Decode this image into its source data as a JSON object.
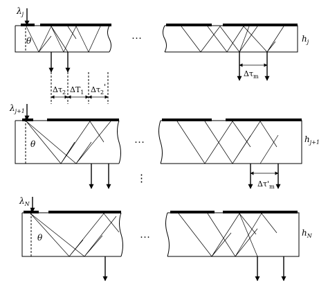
{
  "layers": [
    {
      "lambda": {
        "base": "λ",
        "sub": "j"
      },
      "h": {
        "base": "h",
        "sub": "j"
      }
    },
    {
      "lambda": {
        "base": "λ",
        "sub": "j+1"
      },
      "h": {
        "base": "h",
        "sub": "j+1"
      }
    },
    {
      "lambda": {
        "base": "λ",
        "sub": "N"
      },
      "h": {
        "base": "h",
        "sub": "N"
      }
    }
  ],
  "theta": "θ",
  "ellipsis": "…",
  "vertical_ellipsis": "⋮",
  "delays": {
    "tau2": {
      "base": "Δτ",
      "sub": "2"
    },
    "T1": {
      "base": "ΔT",
      "sub": "1"
    },
    "tau2p": {
      "base": "Δτ",
      "sub": "2",
      "prime": "'"
    },
    "taum": {
      "base": "Δτ",
      "sub": "m"
    },
    "taupm": {
      "base": "Δτ'",
      "sub": "m"
    }
  }
}
